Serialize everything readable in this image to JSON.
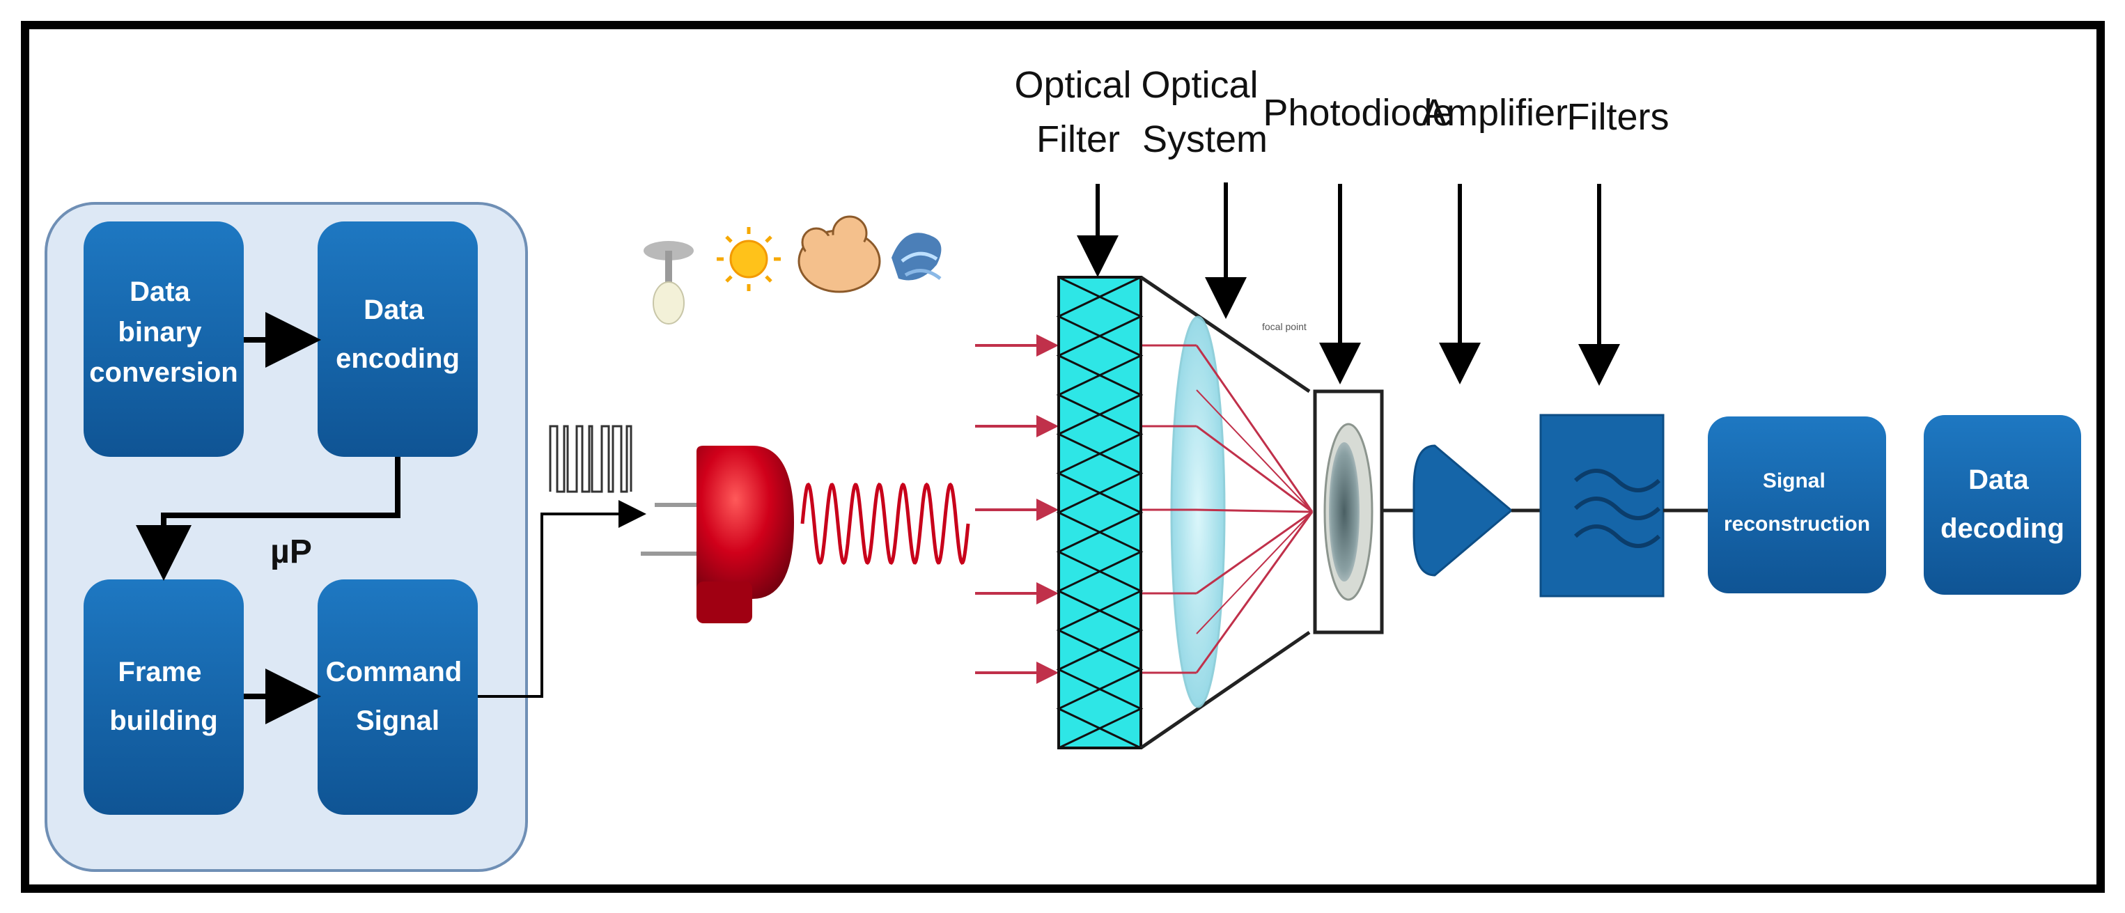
{
  "transmitter": {
    "mcu_label": "µP",
    "blocks": {
      "binary_conversion": [
        "Data",
        "binary",
        "conversion"
      ],
      "encoding": [
        "Data",
        "encoding"
      ],
      "frame_building": [
        "Frame",
        "building"
      ],
      "command_signal": [
        "Command",
        "Signal"
      ]
    }
  },
  "receiver": {
    "labels": {
      "optical_filter": [
        "Optical",
        "Filter"
      ],
      "optical_system": [
        "Optical",
        "System"
      ],
      "photodiode": [
        "Photodiode"
      ],
      "amplifier": [
        "Amplifier"
      ],
      "filters": [
        "Filters"
      ]
    },
    "focal_point_label": "focal point",
    "blocks": {
      "signal_reconstruction": [
        "Signal",
        "reconstruction"
      ],
      "data_decoding": [
        "Data",
        "decoding"
      ]
    }
  },
  "noise_sources": [
    "lamp-icon",
    "sun-icon",
    "cloud-icon",
    "storm-icon"
  ],
  "colors": {
    "block_blue": "#1565a8",
    "panel_bg": "#dde8f5",
    "filter_cyan": "#2ee6e6",
    "led_red": "#c8001a",
    "ray_red": "#c0304a"
  }
}
